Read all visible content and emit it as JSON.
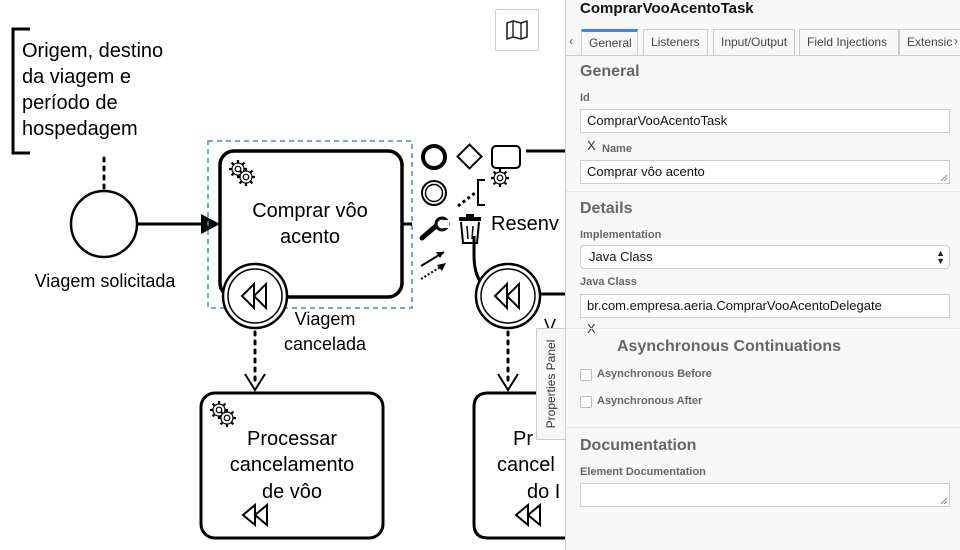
{
  "diagram": {
    "annotation_text": [
      "Origem, destino",
      "da viagem e",
      "período de",
      "hospedagem"
    ],
    "start_event_label": "Viagem solicitada",
    "task_main": [
      "Comprar vôo",
      "acento"
    ],
    "boundary_event_label": [
      "Viagem",
      "cancelada"
    ],
    "task_cancel": [
      "Processar",
      "cancelamento",
      "de vôo"
    ],
    "task_reserve_partial": "Resenv",
    "task_cancel2_partial": [
      "Pr",
      "cancel",
      "do I"
    ],
    "boundary2_partial": "V"
  },
  "map_button": {
    "icon": "map-icon"
  },
  "properties_toggle": {
    "label": "Properties Panel"
  },
  "panel": {
    "title": "ComprarVooAcentoTask",
    "tabs": [
      {
        "label": "General",
        "active": true
      },
      {
        "label": "Listeners",
        "active": false
      },
      {
        "label": "Input/Output",
        "active": false
      },
      {
        "label": "Field Injections",
        "active": false
      },
      {
        "label": "Extensic",
        "active": false
      }
    ],
    "tab_prev": "‹",
    "tab_next": "›",
    "general": {
      "heading": "General",
      "id_label": "Id",
      "id_value": "ComprarVooAcentoTask",
      "clear_mark": "X",
      "name_label": "Name",
      "name_value": "Comprar vôo acento"
    },
    "details": {
      "heading": "Details",
      "implementation_label": "Implementation",
      "implementation_value": "Java Class",
      "java_class_label": "Java Class",
      "java_class_value": "br.com.empresa.aeria.ComprarVooAcentoDelegate",
      "clear_mark": "X"
    },
    "async": {
      "heading": "Asynchronous Continuations",
      "before_label": "Asynchronous Before",
      "before_checked": false,
      "after_label": "Asynchronous After",
      "after_checked": false
    },
    "documentation": {
      "heading": "Documentation",
      "element_doc_label": "Element Documentation",
      "element_doc_value": ""
    }
  }
}
